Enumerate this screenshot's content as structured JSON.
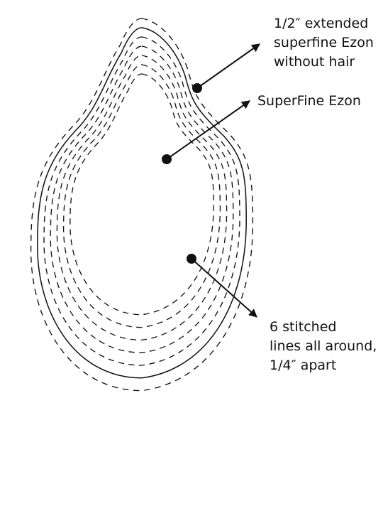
{
  "labels": {
    "extended": {
      "line1": "1/2″ extended",
      "line2": "superfine Ezon",
      "line3": "without hair"
    },
    "superfine": "SuperFine Ezon",
    "stitched": {
      "line1": "6 stitched",
      "line2": "lines all around,",
      "line3": "1/4″ apart"
    }
  },
  "colors": {
    "ink": "#111111",
    "background": "#ffffff"
  }
}
